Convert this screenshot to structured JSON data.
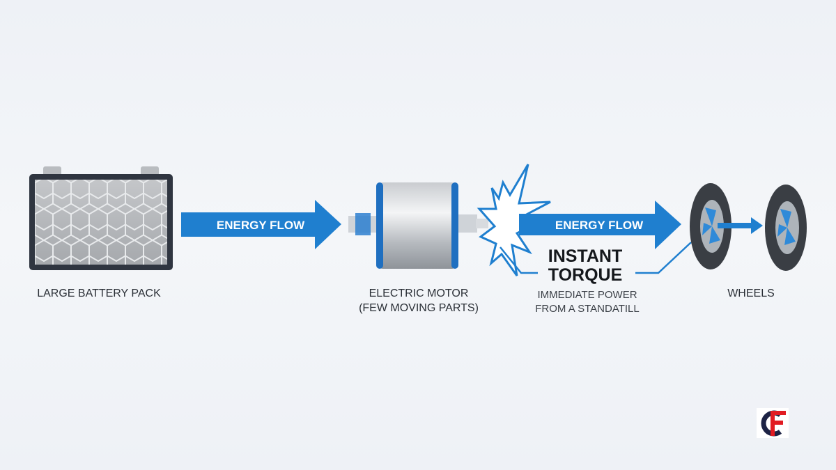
{
  "colors": {
    "accent": "#1f7fcf",
    "background": "#eef1f6",
    "text": "#2a2f36",
    "logo_red": "#e11b22",
    "logo_navy": "#1c2244"
  },
  "battery": {
    "label": "LARGE BATTERY PACK"
  },
  "arrow_left": {
    "label": "ENERGY FLOW"
  },
  "motor": {
    "label": "ELECTRIC MOTOR",
    "sublabel": "(FEW MOVING PARTS)"
  },
  "arrow_right": {
    "label": "ENERGY FLOW"
  },
  "torque": {
    "title_line1": "INSTANT",
    "title_line2": "TORQUE",
    "desc_line1": "IMMEDIATE POWER",
    "desc_line2": "FROM A STANDATILL"
  },
  "wheels": {
    "label": "WHEELS"
  },
  "logo": {
    "text": "CF"
  }
}
